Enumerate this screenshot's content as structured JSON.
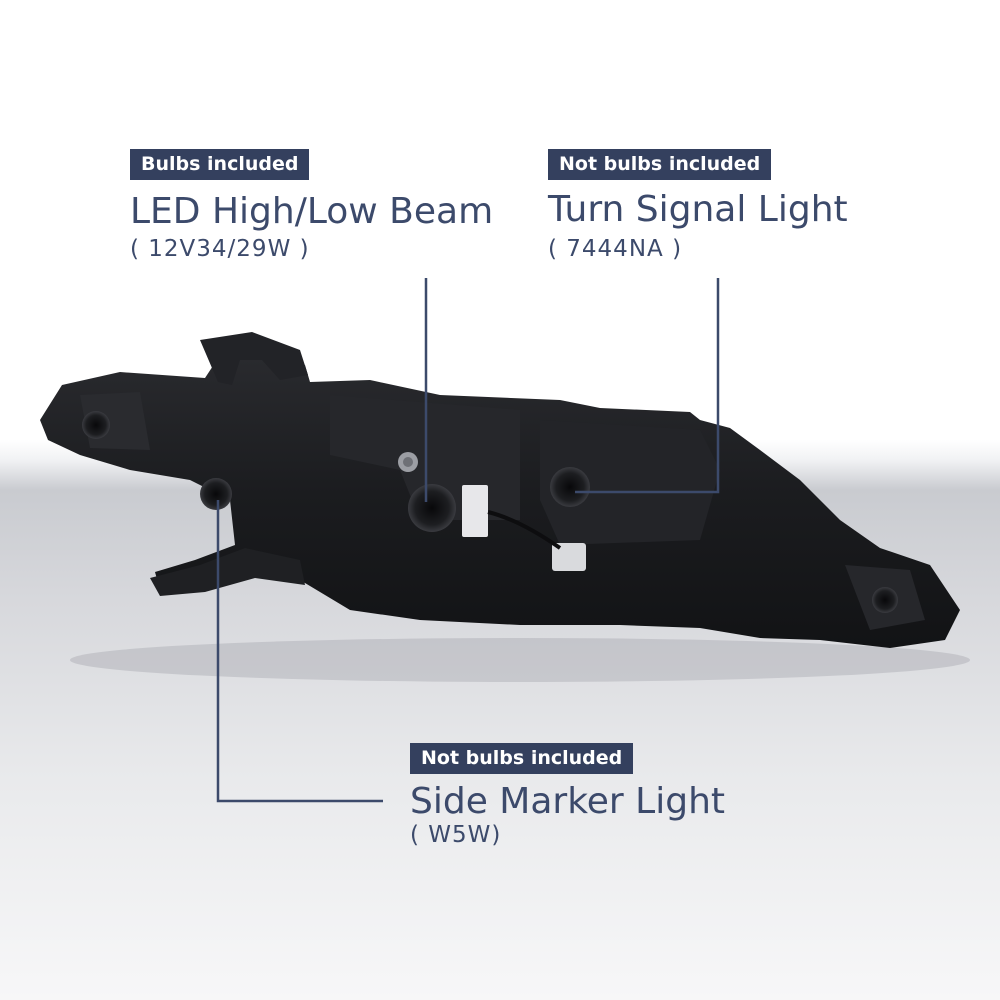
{
  "callouts": {
    "high_low_beam": {
      "badge": "Bulbs included",
      "title": "LED High/Low Beam",
      "spec": "( 12V34/29W )"
    },
    "turn_signal": {
      "badge": "Not bulbs included",
      "title": "Turn Signal Light",
      "spec": "( 7444NA )"
    },
    "side_marker": {
      "badge": "Not bulbs included",
      "title": "Side Marker Light",
      "spec": "( W5W)"
    }
  },
  "colors": {
    "badge_bg": "#34405e",
    "text": "#3c4a6b",
    "line": "#3c4a6b",
    "housing": "#1b1c1f"
  },
  "product": "headlight-assembly-rear-view"
}
